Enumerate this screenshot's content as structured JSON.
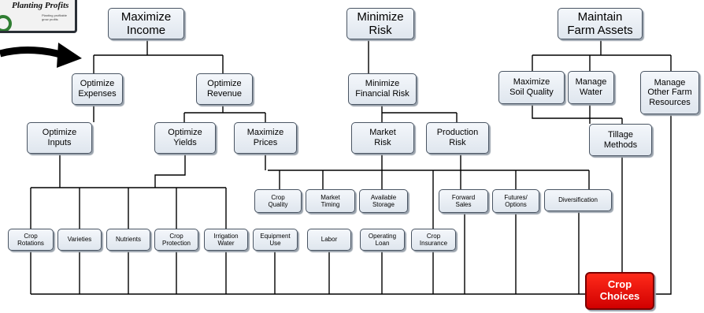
{
  "logo": {
    "title": "Planting Profits",
    "tagline": "Planting profitable\ngrow profits"
  },
  "nodes": {
    "maximize_income": "Maximize\nIncome",
    "minimize_risk": "Minimize\nRisk",
    "maintain_farm_assets": "Maintain\nFarm Assets",
    "optimize_expenses": "Optimize\nExpenses",
    "optimize_revenue": "Optimize\nRevenue",
    "minimize_financial_risk": "Minimize\nFinancial Risk",
    "maximize_soil_quality": "Maximize\nSoil Quality",
    "manage_water": "Manage\nWater",
    "manage_other_farm_resources": "Manage\nOther Farm\nResources",
    "optimize_inputs": "Optimize\nInputs",
    "optimize_yields": "Optimize\nYields",
    "maximize_prices": "Maximize\nPrices",
    "market_risk": "Market\nRisk",
    "production_risk": "Production\nRisk",
    "tillage_methods": "Tillage\nMethods",
    "crop_quality": "Crop\nQuality",
    "market_timing": "Market\nTiming",
    "available_storage": "Available\nStorage",
    "forward_sales": "Forward\nSales",
    "futures_options": "Futures/\nOptions",
    "diversification": "Diversification",
    "crop_rotations": "Crop\nRotations",
    "varieties": "Varieties",
    "nutrients": "Nutrients",
    "crop_protection": "Crop\nProtection",
    "irrigation_water": "Irrigation\nWater",
    "equipment_use": "Equipment\nUse",
    "labor": "Labor",
    "operating_loan": "Operating\nLoan",
    "crop_insurance": "Crop\nInsurance",
    "crop_choices": "Crop\nChoices"
  }
}
